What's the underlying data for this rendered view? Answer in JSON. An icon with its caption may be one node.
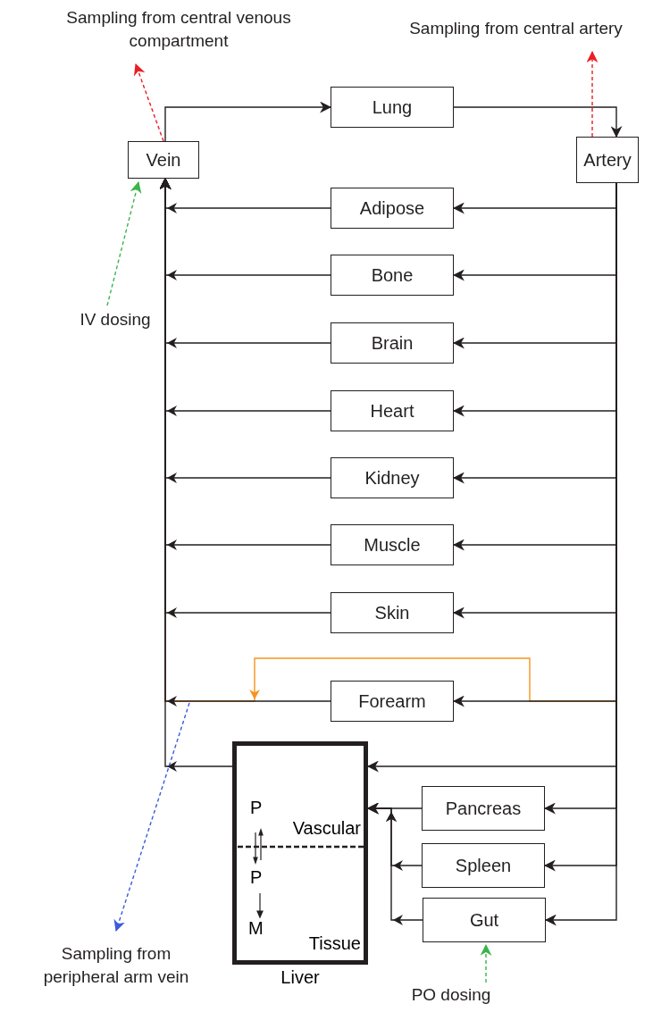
{
  "diagram": {
    "nodes": [
      {
        "text": [
          "Vein"
        ]
      },
      {
        "text": [
          "Lung"
        ]
      },
      {
        "text": [
          "Artery"
        ]
      },
      {
        "text": [
          "Adipose"
        ]
      },
      {
        "text": [
          "Bone"
        ]
      },
      {
        "text": [
          "Brain"
        ]
      },
      {
        "text": [
          "Heart"
        ]
      },
      {
        "text": [
          "Kidney"
        ]
      },
      {
        "text": [
          "Muscle"
        ]
      },
      {
        "text": [
          "Skin"
        ]
      },
      {
        "text": [
          "Forearm"
        ]
      },
      {
        "text": [
          "Liver",
          "P",
          "Vascular",
          "P",
          "M",
          "Tissue"
        ]
      },
      {
        "text": [
          "Pancreas"
        ]
      },
      {
        "text": [
          "Spleen"
        ]
      },
      {
        "text": [
          "Gut"
        ]
      },
      {
        "text": [
          "Sampling from central venous compartment"
        ]
      },
      {
        "text": [
          "Sampling from central artery"
        ]
      },
      {
        "text": [
          "IV dosing"
        ]
      },
      {
        "text": [
          "Sampling from peripheral arm vein"
        ]
      },
      {
        "text": [
          "PO dosing"
        ]
      }
    ],
    "edges": [
      {
        "from": 0,
        "to": 1,
        "arrow": "to"
      },
      {
        "from": 1,
        "to": 2,
        "arrow": "to"
      },
      {
        "from": 2,
        "to": 3,
        "arrow": "to"
      },
      {
        "from": 2,
        "to": 4,
        "arrow": "to"
      },
      {
        "from": 2,
        "to": 5,
        "arrow": "to"
      },
      {
        "from": 2,
        "to": 6,
        "arrow": "to"
      },
      {
        "from": 2,
        "to": 7,
        "arrow": "to"
      },
      {
        "from": 2,
        "to": 8,
        "arrow": "to"
      },
      {
        "from": 2,
        "to": 9,
        "arrow": "to"
      },
      {
        "from": 2,
        "to": 10,
        "arrow": "to"
      },
      {
        "from": 2,
        "to": 11,
        "arrow": "to"
      },
      {
        "from": 2,
        "to": 12,
        "arrow": "to"
      },
      {
        "from": 2,
        "to": 13,
        "arrow": "to"
      },
      {
        "from": 2,
        "to": 14,
        "arrow": "to"
      },
      {
        "from": 3,
        "to": 0,
        "arrow": "to"
      },
      {
        "from": 4,
        "to": 0,
        "arrow": "to"
      },
      {
        "from": 5,
        "to": 0,
        "arrow": "to"
      },
      {
        "from": 6,
        "to": 0,
        "arrow": "to"
      },
      {
        "from": 7,
        "to": 0,
        "arrow": "to"
      },
      {
        "from": 8,
        "to": 0,
        "arrow": "to"
      },
      {
        "from": 9,
        "to": 0,
        "arrow": "to"
      },
      {
        "from": 10,
        "to": 0,
        "arrow": "to"
      },
      {
        "from": 11,
        "to": 0,
        "arrow": "to"
      },
      {
        "from": 12,
        "to": 11,
        "arrow": "to"
      },
      {
        "from": 13,
        "to": 11,
        "arrow": "to"
      },
      {
        "from": 14,
        "to": 11,
        "arrow": "to"
      },
      {
        "from": 2,
        "to": 0,
        "arrow": "to",
        "color": "#f7941d"
      },
      {
        "from": 0,
        "to": 15,
        "arrow": "to",
        "style": "dashed",
        "color": "#ed1c24"
      },
      {
        "from": 2,
        "to": 16,
        "arrow": "to",
        "style": "dashed",
        "color": "#ed1c24"
      },
      {
        "from": 17,
        "to": 0,
        "arrow": "to",
        "style": "dashed",
        "color": "#39b54a"
      },
      {
        "from": null,
        "to": 18,
        "arrow": "to",
        "style": "dashed",
        "color": "#3b5bdb"
      },
      {
        "from": 19,
        "to": 14,
        "arrow": "to",
        "style": "dashed",
        "color": "#39b54a"
      }
    ]
  }
}
